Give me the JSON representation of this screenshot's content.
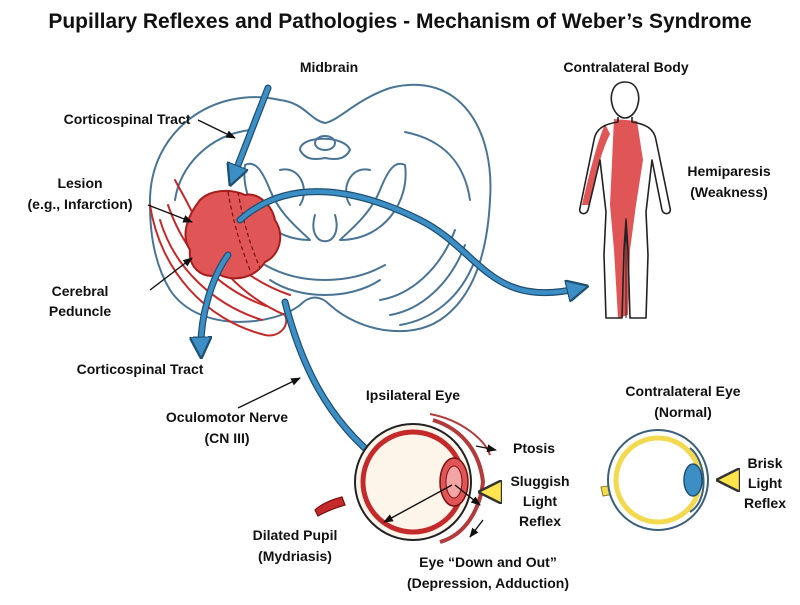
{
  "title": "Pupillary Reflexes and Pathologies - Mechanism of Weber’s Syndrome",
  "labels": {
    "midbrain": "Midbrain",
    "contralateral_body": "Contralateral Body",
    "corticospinal_tract_top": "Corticospinal Tract",
    "lesion_line1": "Lesion",
    "lesion_line2": "(e.g., Infarction)",
    "cerebral_peduncle_line1": "Cerebral",
    "cerebral_peduncle_line2": "Peduncle",
    "corticospinal_tract_bottom": "Corticospinal Tract",
    "oculomotor_line1": "Oculomotor Nerve",
    "oculomotor_line2": "(CN III)",
    "hemiparesis_line1": "Hemiparesis",
    "hemiparesis_line2": "(Weakness)",
    "ipsilateral_eye": "Ipsilateral Eye",
    "ptosis": "Ptosis",
    "sluggish_line1": "Sluggish",
    "sluggish_line2": "Light",
    "sluggish_line3": "Reflex",
    "dilated_line1": "Dilated Pupil",
    "dilated_line2": "(Mydriasis)",
    "down_out_line1": "Eye “Down and Out”",
    "down_out_line2": "(Depression, Adduction)",
    "contra_eye_line1": "Contralateral Eye",
    "contra_eye_line2": "(Normal)",
    "brisk_line1": "Brisk",
    "brisk_line2": "Light",
    "brisk_line3": "Reflex"
  },
  "colors": {
    "lesion_red": "#e05555",
    "tract_blue": "#3b8fc4",
    "outline_blue": "#4a7494",
    "peduncle_red": "#c42a2a",
    "highlight_yellow": "#ffe44d"
  }
}
